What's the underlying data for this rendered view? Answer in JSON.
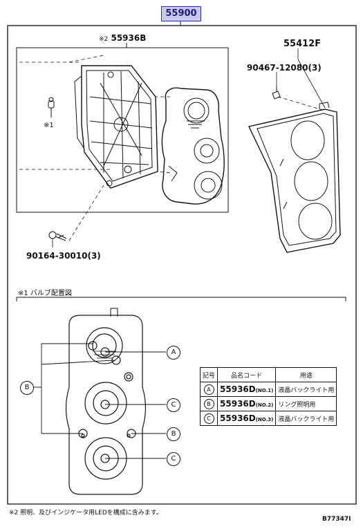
{
  "main_part_number": "55900",
  "panel_assembly": {
    "marker": "※2",
    "part_number": "55936B"
  },
  "cover_part_number": "55412F",
  "screw_upper": "90467-12080(3)",
  "screw_lower": "90164-30010(3)",
  "bulb_marker": "※1",
  "bulb_section_title": "※1 バルブ配置図",
  "callouts": {
    "a": "A",
    "b": "B",
    "c": "C"
  },
  "table": {
    "headers": [
      "記号",
      "品名コード",
      "用途"
    ],
    "rows": [
      {
        "symbol": "A",
        "code": "55936D",
        "suffix": "(NO.1)",
        "use": "液晶バックライト用"
      },
      {
        "symbol": "B",
        "code": "55936D",
        "suffix": "(NO.2)",
        "use": "リング照明用"
      },
      {
        "symbol": "C",
        "code": "55936D",
        "suffix": "(NO.3)",
        "use": "液晶バックライト用"
      }
    ]
  },
  "footnote": "※2 照明、及びインジケータ用LEDを構成に含みます。",
  "drawing_id": "B77347I"
}
